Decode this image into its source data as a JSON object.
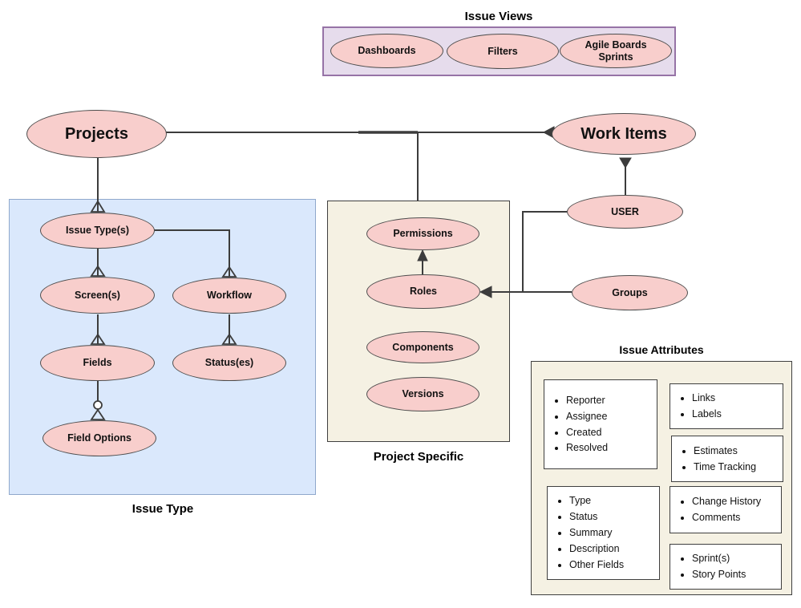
{
  "palette": {
    "node_fill": "#F8CECC",
    "node_stroke": "#4D4D4D",
    "purple_group_fill": "#E6DCEC",
    "purple_group_stroke": "#9673A6",
    "blue_group_fill": "#DAE8FC",
    "blue_group_stroke": "#8FA8CC",
    "cream_group_fill": "#F5F1E3",
    "line_color": "#3C3C3C"
  },
  "issue_views": {
    "title": "Issue Views",
    "dashboards": "Dashboards",
    "filters": "Filters",
    "agile_line1": "Agile Boards",
    "agile_line2": "Sprints"
  },
  "entities": {
    "projects": "Projects",
    "work_items": "Work Items",
    "user": "USER",
    "groups": "Groups"
  },
  "issue_type_group": {
    "title": "Issue Type",
    "issue_types": "Issue Type(s)",
    "screens": "Screen(s)",
    "workflow": "Workflow",
    "fields": "Fields",
    "statuses": "Status(es)",
    "field_options": "Field Options"
  },
  "project_specific": {
    "title": "Project Specific",
    "permissions": "Permissions",
    "roles": "Roles",
    "components": "Components",
    "versions": "Versions"
  },
  "issue_attributes": {
    "title": "Issue Attributes",
    "boxes": [
      {
        "items": [
          "Reporter",
          "Assignee",
          "Created",
          "Resolved"
        ]
      },
      {
        "items": [
          "Links",
          "Labels"
        ]
      },
      {
        "items": [
          "Estimates",
          "Time Tracking"
        ]
      },
      {
        "items": [
          "Type",
          "Status",
          "Summary",
          "Description",
          "Other Fields"
        ]
      },
      {
        "items": [
          "Change History",
          "Comments"
        ]
      },
      {
        "items": [
          "Sprint(s)",
          "Story Points"
        ]
      }
    ]
  }
}
